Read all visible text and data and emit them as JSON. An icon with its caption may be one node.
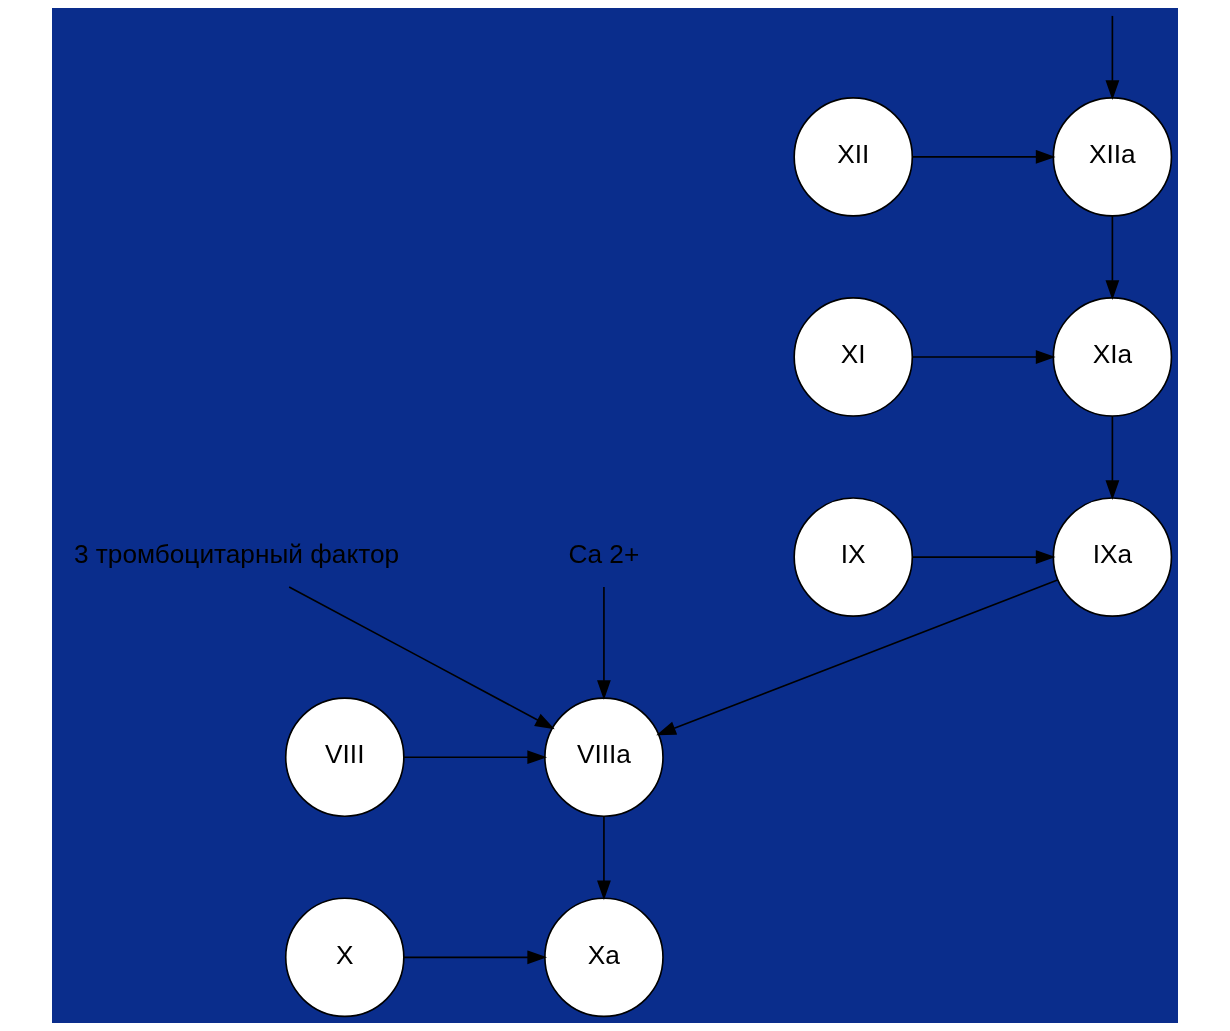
{
  "diagram": {
    "nodes": [
      {
        "text": [
          "XII"
        ]
      },
      {
        "text": [
          "XIIa"
        ]
      },
      {
        "text": [
          "XI"
        ]
      },
      {
        "text": [
          "XIa"
        ]
      },
      {
        "text": [
          "IX"
        ]
      },
      {
        "text": [
          "IXa"
        ]
      },
      {
        "text": [
          "3 тромбоцитарный фактор"
        ]
      },
      {
        "text": [
          "Ca 2+"
        ]
      },
      {
        "text": [
          "VIII"
        ]
      },
      {
        "text": [
          "VIIIa"
        ]
      },
      {
        "text": [
          "X"
        ]
      },
      {
        "text": [
          "Xa"
        ]
      }
    ],
    "edges": [
      {
        "from": null,
        "to": 1,
        "arrow": "to"
      },
      {
        "from": 0,
        "to": 1,
        "arrow": "to"
      },
      {
        "from": 1,
        "to": 3,
        "arrow": "to"
      },
      {
        "from": 2,
        "to": 3,
        "arrow": "to"
      },
      {
        "from": 3,
        "to": 5,
        "arrow": "to"
      },
      {
        "from": 4,
        "to": 5,
        "arrow": "to"
      },
      {
        "from": 5,
        "to": 9,
        "arrow": "to"
      },
      {
        "from": 6,
        "to": 9,
        "arrow": "to"
      },
      {
        "from": 7,
        "to": 9,
        "arrow": "to"
      },
      {
        "from": 8,
        "to": 9,
        "arrow": "to"
      },
      {
        "from": 9,
        "to": 11,
        "arrow": "to"
      },
      {
        "from": 10,
        "to": 11,
        "arrow": "to"
      }
    ]
  }
}
